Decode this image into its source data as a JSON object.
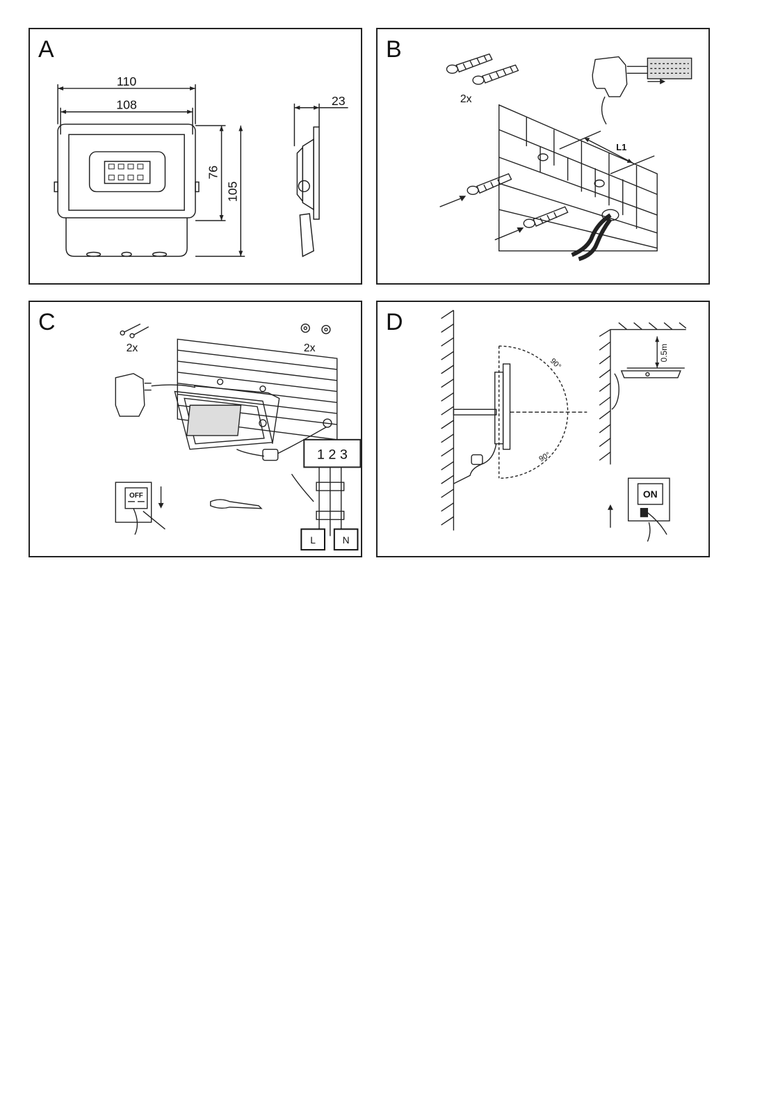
{
  "panels": {
    "a": {
      "letter": "A",
      "dims": {
        "outer_width": "110",
        "inner_width": "108",
        "inner_height": "76",
        "outer_height": "105",
        "depth": "23"
      }
    },
    "b": {
      "letter": "B",
      "anchor_count": "2x",
      "spacing_label": "L1"
    },
    "c": {
      "letter": "C",
      "screw_count": "2x",
      "washer_count": "2x",
      "terminal_label": "1 2 3",
      "switch_label": "OFF",
      "live_label": "L",
      "neutral_label": "N"
    },
    "d": {
      "letter": "D",
      "angle_top": "90°",
      "angle_bottom": "90°",
      "min_distance": "0.5m",
      "switch_label": "ON"
    }
  }
}
